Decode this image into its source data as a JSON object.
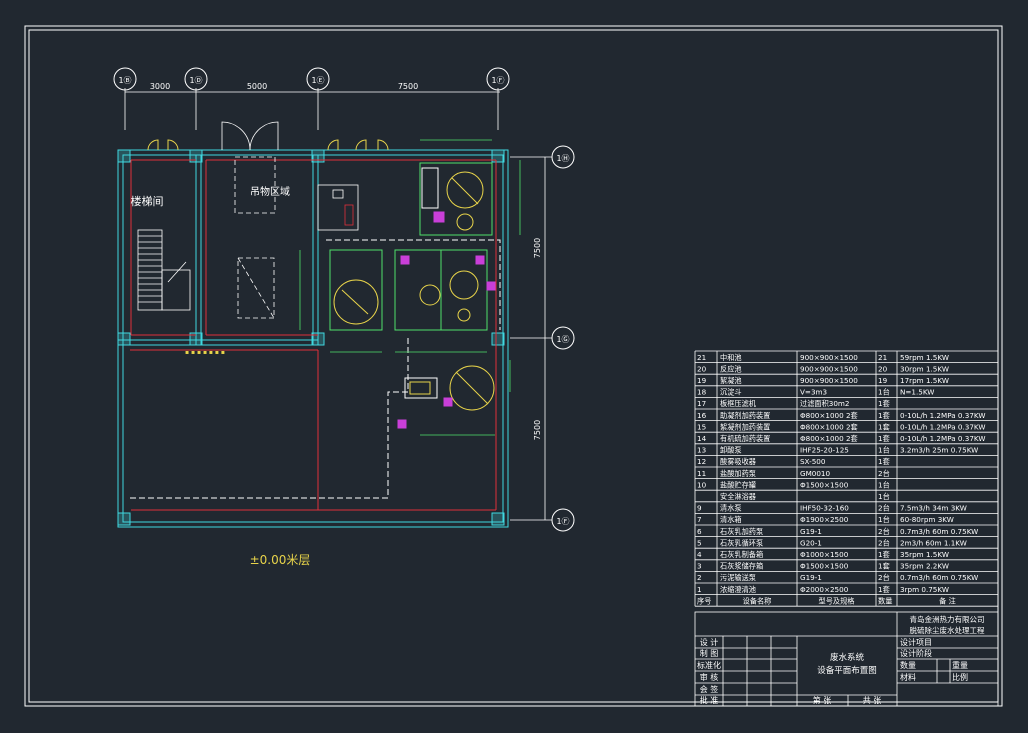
{
  "axes": {
    "top": [
      "1Ⓑ",
      "1Ⓓ",
      "1Ⓔ",
      "1Ⓕ"
    ],
    "right": [
      "1Ⓗ",
      "1Ⓖ",
      "1Ⓕ"
    ],
    "top_dims": [
      "3000",
      "5000",
      "7500"
    ],
    "right_dims": [
      "7500",
      "7500"
    ]
  },
  "rooms": {
    "stair": "楼梯间",
    "hoist": "吊物区域"
  },
  "floor_label": "±0.00米层",
  "equipment_table": {
    "rows": [
      [
        "21",
        "中和池",
        "900×900×1500",
        "21",
        "59rpm 1.5KW"
      ],
      [
        "20",
        "反应池",
        "900×900×1500",
        "20",
        "30rpm 1.5KW"
      ],
      [
        "19",
        "絮凝池",
        "900×900×1500",
        "19",
        "17rpm 1.5KW"
      ],
      [
        "18",
        "沉淀斗",
        "V=3m3",
        "1台",
        "N=1.5KW"
      ],
      [
        "17",
        "板框压滤机",
        "过滤面积30m2",
        "1套",
        ""
      ],
      [
        "16",
        "助凝剂加药装置",
        "Φ800×1000 2套",
        "1套",
        "0-10L/h 1.2MPa 0.37KW"
      ],
      [
        "15",
        "絮凝剂加药装置",
        "Φ800×1000 2套",
        "1套",
        "0-10L/h 1.2MPa 0.37KW"
      ],
      [
        "14",
        "有机硫加药装置",
        "Φ800×1000 2套",
        "1套",
        "0-10L/h 1.2MPa 0.37KW"
      ],
      [
        "13",
        "卸酸泵",
        "IHF25-20-125",
        "1台",
        "3.2m3/h 25m 0.75KW"
      ],
      [
        "12",
        "酸雾吸收器",
        "SX-500",
        "1套",
        ""
      ],
      [
        "11",
        "盐酸加药泵",
        "GM0010",
        "2台",
        ""
      ],
      [
        "10",
        "盐酸贮存罐",
        "Φ1500×1500",
        "1台",
        ""
      ],
      [
        "",
        "安全淋浴器",
        "",
        "1台",
        ""
      ],
      [
        "9",
        "清水泵",
        "IHF50-32-160",
        "2台",
        "7.5m3/h 34m 3KW"
      ],
      [
        "7",
        "清水箱",
        "Φ1900×2500",
        "1台",
        "60-80rpm 3KW"
      ],
      [
        "6",
        "石灰乳加药泵",
        "G19-1",
        "2台",
        "0.7m3/h 60m 0.75KW"
      ],
      [
        "5",
        "石灰乳循环泵",
        "G20-1",
        "2台",
        "2m3/h 60m 1.1KW"
      ],
      [
        "4",
        "石灰乳制备箱",
        "Φ1000×1500",
        "1套",
        "35rpm 1.5KW"
      ],
      [
        "3",
        "石灰浆储存箱",
        "Φ1500×1500",
        "1套",
        "35rpm 2.2KW"
      ],
      [
        "2",
        "污泥输送泵",
        "G19-1",
        "2台",
        "0.7m3/h 60m 0.75KW"
      ],
      [
        "1",
        "浓缩澄清池",
        "Φ2000×2500",
        "1套",
        "3rpm 0.75KW"
      ]
    ],
    "header": [
      "序号",
      "设备名称",
      "型号及规格",
      "数量",
      "备 注"
    ]
  },
  "title_block": {
    "company": "青岛金洲热力有限公司",
    "project": "脱硫除尘废水处理工程",
    "title_line1": "废水系统",
    "title_line2": "设备平面布置图",
    "roles": [
      "设 计",
      "制 图",
      "标准化",
      "审 核",
      "会 签",
      "批 准"
    ],
    "design_project": "设计项目",
    "design_stage": "设计阶段",
    "qty": "数量",
    "weight": "重量",
    "material": "材料",
    "scale": "比例",
    "sheet": "第 张",
    "total": "共 张"
  },
  "colors": {
    "background": "#212830",
    "wall": "#3fd8e0",
    "red": "#e0303a",
    "yellow": "#e8d44a",
    "magenta": "#c93fd8",
    "green": "#4fe06a",
    "white": "#ffffff"
  }
}
